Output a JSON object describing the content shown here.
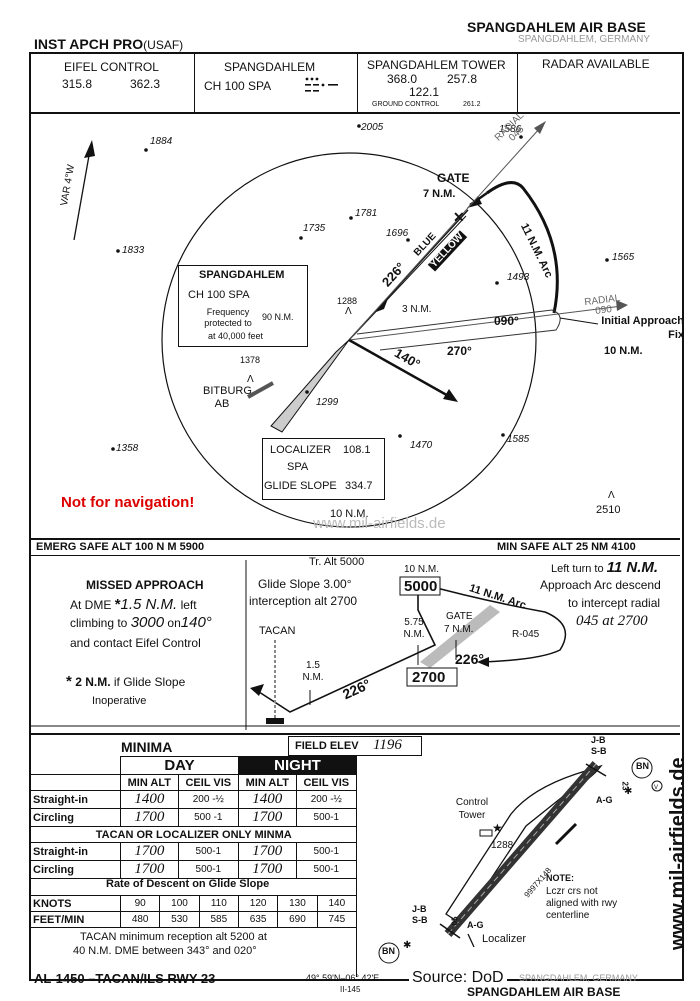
{
  "header": {
    "base_name": "SPANGDAHLEM AIR BASE",
    "location": "SPANGDAHLEM, GERMANY",
    "proc_title": "INST APCH PRO",
    "proc_owner": "(USAF)"
  },
  "comms": {
    "eifel_label": "EIFEL CONTROL",
    "eifel_freq1": "315.8",
    "eifel_freq2": "362.3",
    "span_label": "SPANGDAHLEM",
    "span_ch": "CH 100 SPA",
    "tower_label": "SPANGDAHLEM TOWER",
    "tower_freq1": "368.0",
    "tower_freq2": "257.8",
    "tower_freq3": "122.1",
    "ground_label": "GROUND CONTROL",
    "ground_freq": "261.2",
    "radar": "RADAR AVAILABLE"
  },
  "plan": {
    "var": "VAR 4°W",
    "elevations": [
      "1884",
      "2005",
      "1586",
      "1833",
      "1735",
      "1781",
      "1696",
      "1565",
      "1493",
      "1288",
      "1378",
      "1299",
      "1358",
      "1470",
      "1585",
      "2510"
    ],
    "gate": "GATE",
    "gate_dist": "7 N.M.",
    "arc": "11 N.M. Arc",
    "radial_045": "RADIAL 045",
    "radial_090": "RADIAL 090",
    "iaf": "Initial Approach Fix",
    "iaf_dist": "10 N.M.",
    "crs_226": "226°",
    "crs_090": "090°",
    "crs_270": "270°",
    "crs_140": "140°",
    "dist_3nm": "3 N.M.",
    "blue": "BLUE",
    "yellow": "YELLOW",
    "bitburg": "BITBURG AB",
    "ring_10nm": "10 N.M.",
    "tacan_box_title": "SPANGDAHLEM",
    "tacan_box_ch": "CH 100 SPA",
    "tacan_box_freq": "Frequency protected to",
    "tacan_box_range": "90 N.M.",
    "tacan_box_alt": "at 40,000 feet",
    "loc_label": "LOCALIZER",
    "loc_freq": "108.1",
    "loc_ident": "SPA",
    "gs_label": "GLIDE SLOPE",
    "gs_freq": "334.7",
    "not_for_nav": "Not for navigation!",
    "watermark": "www.mil-airfields.de"
  },
  "profile": {
    "emerg_safe": "EMERG SAFE ALT 100 N M 5900",
    "min_safe": "MIN SAFE ALT 25 NM 4100",
    "tr_alt": "Tr. Alt 5000",
    "ma_title": "MISSED APPROACH",
    "ma_line1a": "At DME",
    "ma_line1b": "1.5 N.M.",
    "ma_line1c": "left",
    "ma_line2a": "climbing to",
    "ma_line2b": "3000",
    "ma_line2c": "on",
    "ma_line2d": "140°",
    "ma_line3": "and contact Eifel Control",
    "ma_note_a": "2 N.M.",
    "ma_note_b": "if Glide Slope",
    "ma_note_c": "Inoperative",
    "gs_text1": "Glide Slope 3.00°",
    "gs_text2": "interception alt 2700",
    "tacan": "TACAN",
    "dist_15": "1.5 N.M.",
    "dist_575": "5.75 N.M.",
    "gate": "GATE",
    "gate_dist": "7 N.M.",
    "dist_10": "10 N.M.",
    "alt_5000": "5000",
    "alt_2700": "2700",
    "arc": "11 N.M. Arc",
    "r045": "R-045",
    "crs_a": "226°",
    "crs_b": "226°",
    "left_turn_a": "Left turn to",
    "left_turn_b": "11 N.M.",
    "left_turn_c": "Approach Arc descend",
    "left_turn_d": "to intercept radial",
    "left_turn_e": "045 at 2700"
  },
  "minima": {
    "title": "MINIMA",
    "field_elev_label": "FIELD ELEV",
    "field_elev": "1196",
    "day": "DAY",
    "night": "NIGHT",
    "cols": [
      "MIN ALT",
      "CEIL VIS",
      "MIN ALT",
      "CEIL VIS"
    ],
    "rows": [
      {
        "label": "Straight-in",
        "alt1": "1400",
        "cv1": "200 -½",
        "alt2": "1400",
        "cv2": "200 -½"
      },
      {
        "label": "Circling",
        "alt1": "1700",
        "cv1": "500 -1",
        "alt2": "1700",
        "cv2": "500-1"
      }
    ],
    "tl_title": "TACAN OR LOCALIZER ONLY MINMA",
    "tl_rows": [
      {
        "label": "Straight-in",
        "alt1": "1700",
        "cv1": "500-1",
        "alt2": "1700",
        "cv2": "500-1"
      },
      {
        "label": "Circling",
        "alt1": "1700",
        "cv1": "500-1",
        "alt2": "1700",
        "cv2": "500-1"
      }
    ],
    "rod_title": "Rate of Descent on Glide Slope",
    "knots_label": "KNOTS",
    "knots": [
      "90",
      "100",
      "110",
      "120",
      "130",
      "140"
    ],
    "fpm_label": "FEET/MIN",
    "fpm": [
      "480",
      "530",
      "585",
      "635",
      "690",
      "745"
    ],
    "tacan_note1": "TACAN minimum reception alt 5200 at",
    "tacan_note2": "40 N.M. DME between 343° and 020°"
  },
  "airport": {
    "jb_top": "J-B",
    "sb_top": "S-B",
    "ag_top": "A-G",
    "rwy_23": "23",
    "rwy_05": "05",
    "control_tower": "Control Tower",
    "elev": "1288",
    "rwy_dims": "9997X148",
    "note_title": "NOTE:",
    "note_body": "Lczr crs not aligned with rwy centerline",
    "jb_bot": "J-B",
    "sb_bot": "S-B",
    "ag_bot": "A-G",
    "localizer": "Localizer",
    "bn": "BN"
  },
  "footer": {
    "proc_id": "AL-1450 –TACAN/ILS RWY 23",
    "coords": "49° 59'N–06° 42'E",
    "page": "II-145",
    "location": "SPANGDAHLEM, GERMANY",
    "base": "SPANGDAHLEM AIR BASE",
    "source": "Source: DoD",
    "watermark_side": "www.mil-airfields.de"
  }
}
